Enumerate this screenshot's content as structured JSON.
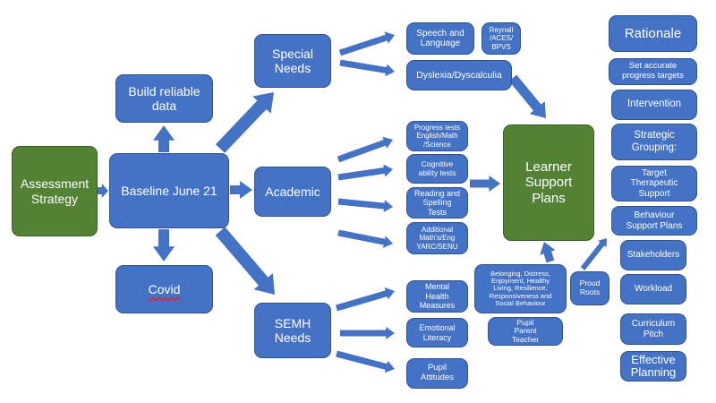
{
  "colors": {
    "box_fill": "#4472c4",
    "box_border": "#2f528f",
    "green_fill": "#548235",
    "arrow": "#4472c4",
    "text": "#ffffff"
  },
  "nodes": {
    "assessment_strategy": "Assessment\nStrategy",
    "baseline": "Baseline June 21",
    "build_data": "Build reliable\ndata",
    "covid": "Covid",
    "special_needs": "Special\nNeeds",
    "academic": "Academic",
    "semh": "SEMH\nNeeds",
    "speech": "Speech and\nLanguage",
    "reynall": "Reynall\n/ACES/\nBPVS",
    "dyslexia": "Dyslexia/Dyscalculia",
    "progress_tests": "Progress tests\nEnglish/Math\n/Science",
    "cognitive": "Cognitive\nability tests",
    "reading": "Reading and\nSpelling\nTests",
    "additional": "Additional\nMath's/Eng\nYARC/SENU",
    "mental_health": "Mental\nHealth\nMeasures",
    "emotional": "Emotional\nLiteracy",
    "pupil_attitudes": "Pupil\nAttitudes",
    "learner_support": "Learner\nSupport\nPlans",
    "belonging": "Belonging, Distress,\nEnjoyment, Healthy\nLiving, Resilience,\nResponsiveness and\nSocial Behaviour",
    "pupil_parent": "Pupil\nParent\nTeacher",
    "proud_roots": "Proud\nRoots"
  },
  "right_column": [
    "Rationale",
    "Set accurate\nprogress targets",
    "Intervention",
    "Strategic\nGrouping:",
    "Target\nTherapeutic\nSupport",
    "Behaviour\nSupport Plans",
    "Stakeholders",
    "Workload",
    "Curriculum\nPitch",
    "Effective\nPlanning"
  ]
}
